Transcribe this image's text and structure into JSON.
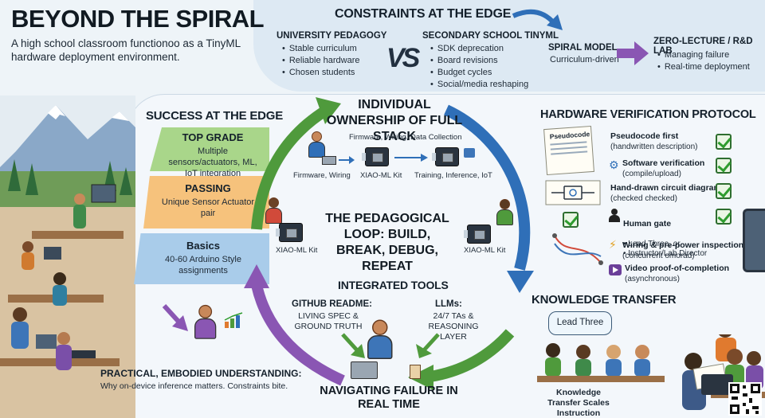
{
  "header": {
    "title": "BEYOND THE SPIRAL",
    "subtitle": "A high school classroom functionoo as a TinyML hardware deployment environment."
  },
  "constraints": {
    "title": "CONSTRAINTS AT THE EDGE",
    "university": {
      "heading": "UNIVERSITY PEDAGOGY",
      "items": [
        "Stable curriculum",
        "Reliable hardware",
        "Chosen students"
      ]
    },
    "vs": "VS",
    "secondary": {
      "heading": "SECONDARY SCHOOL TINYML",
      "items": [
        "SDK deprecation",
        "Board revisions",
        "Budget cycles",
        "Social/media reshaping"
      ]
    },
    "spiral": {
      "heading": "SPIRAL MODEL",
      "sub": "Curriculum-driven"
    },
    "zero": {
      "heading": "ZERO-LECTURE / R&D LAB",
      "items": [
        "Managing failure",
        "Real-time deployment"
      ]
    }
  },
  "success": {
    "title": "SUCCESS AT THE EDGE",
    "tiers": [
      {
        "head": "TOP GRADE",
        "body": "Multiple sensors/actuators, ML, IoT integration",
        "color": "#a9d68a"
      },
      {
        "head": "PASSING",
        "body": "Unique Sensor Actuator pair",
        "color": "#f6c27c"
      },
      {
        "head": "Basics",
        "body": "40-60 Arduino Style assignments",
        "color": "#a9ccea"
      }
    ],
    "practical_head": "PRACTICAL, EMBODIED UNDERSTANDING:",
    "practical_body": "Why on-device inference matters. Constraints bite."
  },
  "loop": {
    "ownership": "INDIVIDUAL OWNERSHIP OF FULL STACK",
    "flow_top": "Firmware, Wiring, Data Collection",
    "label_firmware": "Firmware, Wiring",
    "label_kit": "XIAO-ML Kit",
    "label_training": "Training, Inference, IoT",
    "label_kit_left": "XIAO-ML Kit",
    "label_kit_right": "XIAO-ML Kit",
    "center": "THE PEDAGOGICAL LOOP: BUILD, BREAK, DEBUG, REPEAT",
    "tools_title": "INTEGRATED TOOLS",
    "github_head": "GITHUB README:",
    "github_body": "LIVING SPEC & GROUND TRUTH",
    "llm_head": "LLMs:",
    "llm_body": "24/7 TAs & REASONING LAYER",
    "navigating": "NAVIGATING FAILURE IN REAL TIME",
    "colors": {
      "green": "#4f9a3c",
      "blue": "#2f6fb8",
      "purple": "#8a56b3"
    }
  },
  "protocol": {
    "title": "HARDWARE VERIFICATION PROTOCOL",
    "pseudocode_label": "Pseudocode",
    "rows": [
      {
        "head": "Pseudocode first",
        "sub": "(handwritten description)"
      },
      {
        "head": "Software verification",
        "sub": "(compile/upload)"
      },
      {
        "head": "Hand-drawn circuit diagram",
        "sub": "(checked checked)"
      },
      {
        "head": "Human gate",
        "sub": "• Lead Three, or\n• Instructor/Lab Director"
      },
      {
        "head": "Wiring & pre-power inspection",
        "sub": "(concurrent omorad)"
      },
      {
        "head": "Video proof-of-completion",
        "sub": "(asynchronous)"
      }
    ]
  },
  "knowledge": {
    "title": "KNOWLEDGE TRANSFER",
    "bubble": "Lead Three",
    "caption": "Knowledge Transfer Scales Instruction"
  }
}
